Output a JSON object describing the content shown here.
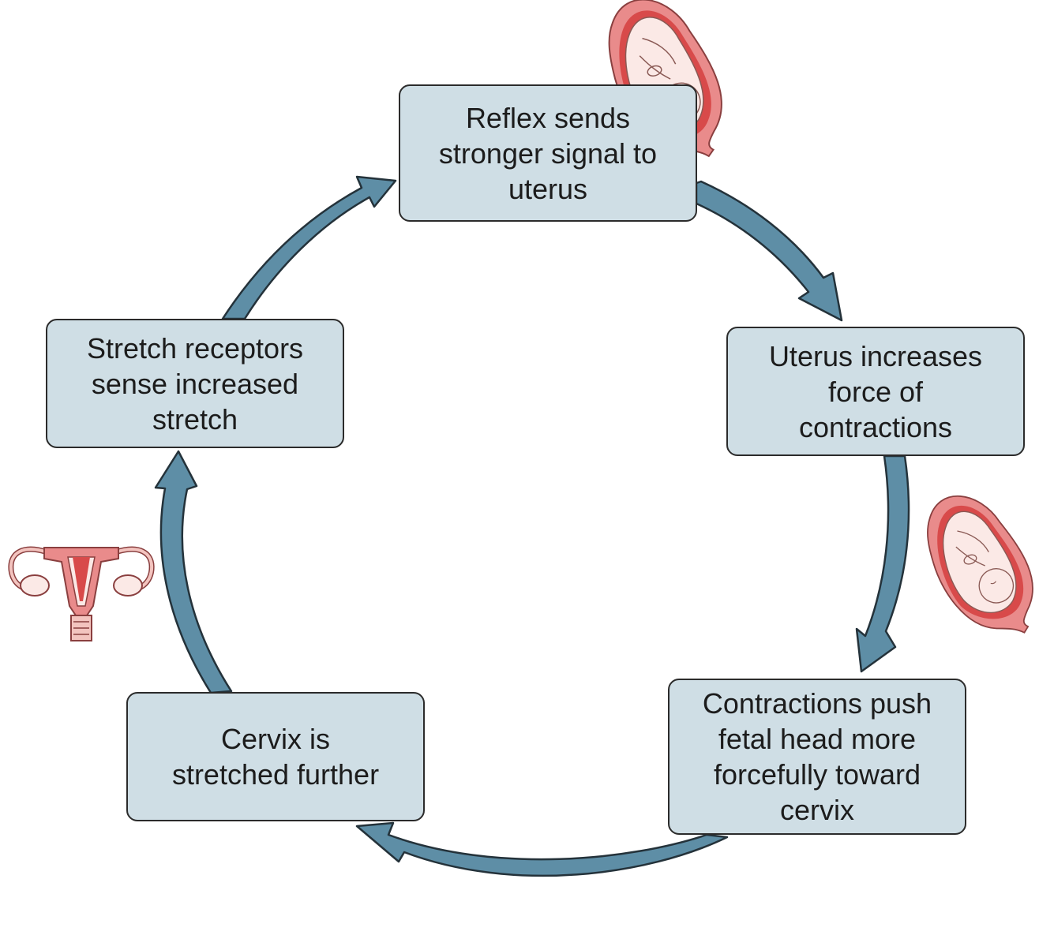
{
  "diagram": {
    "steps": [
      {
        "id": "step1",
        "lines": [
          "Reflex sends",
          "stronger signal to",
          "uterus"
        ]
      },
      {
        "id": "step2",
        "lines": [
          "Uterus increases",
          "force of",
          "contractions"
        ]
      },
      {
        "id": "step3",
        "lines": [
          "Contractions push",
          "fetal head more",
          "forcefully toward",
          "cervix"
        ]
      },
      {
        "id": "step4",
        "lines": [
          "Cervix is",
          "stretched further"
        ]
      },
      {
        "id": "step5",
        "lines": [
          "Stretch receptors",
          "sense increased",
          "stretch"
        ]
      }
    ],
    "illustrations": [
      "fetus-in-uterus-icon",
      "fetus-in-uterus-icon",
      "uterus-anatomy-icon"
    ],
    "colors": {
      "box_fill": "#cfdee5",
      "box_border": "#2b2b2b",
      "arrow_fill": "#5e8ea6",
      "arrow_stroke": "#24323a",
      "uterus_pink": "#e98b8b",
      "uterus_red": "#d84a4a",
      "fetus_skin": "#fbe9e6"
    }
  }
}
